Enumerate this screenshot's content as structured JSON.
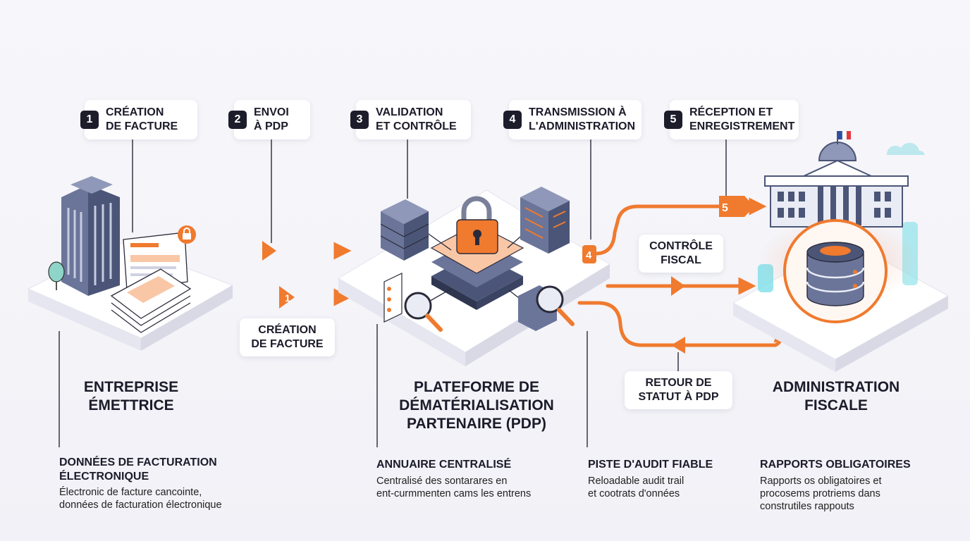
{
  "steps": [
    {
      "number": "1",
      "label": "CRÉATION\nDE FACTURE"
    },
    {
      "number": "2",
      "label": "ENVOI\nÀ PDP"
    },
    {
      "number": "3",
      "label": "VALIDATION\nET CONTRÔLE"
    },
    {
      "number": "4",
      "label": "TRANSMISSION À\nL'ADMINISTRATION"
    },
    {
      "number": "5",
      "label": "RÉCEPTION ET\nENREGISTREMENT"
    }
  ],
  "flow_labels": {
    "creation": "CRÉATION\nDE FACTURE",
    "controle": "CONTRÔLE\nFISCAL",
    "retour": "RETOUR DE\nSTATUT À PDP"
  },
  "arrow_markers": {
    "m1": "1",
    "m4": "4",
    "m5": "5"
  },
  "actors": {
    "entreprise": "ENTREPRISE\nÉMETTRICE",
    "pdp": "PLATEFORME DE\nDÉMATÉRIALISATION\nPARTENAIRE (PDP)",
    "admin": "ADMINISTRATION\nFISCALE"
  },
  "info": [
    {
      "title": "DONNÉES DE FACTURATION\nÉLECTRONIQUE",
      "text": "Électronic de facture cancointe,\ndonnées de facturation électronique"
    },
    {
      "title": "ANNUAIRE CENTRALISÉ",
      "text": "Centralisé des sontarares en\nent-curmmenten cams les entrens"
    },
    {
      "title": "PISTE D'AUDIT FIABLE",
      "text": "Reloadable audit trail\net cootrats d'onnées"
    },
    {
      "title": "RAPPORTS OBLIGATOIRES",
      "text": "Rapports os obligatoires et\nprocosems protriems dans\nconstrutiles rappouts"
    }
  ],
  "icons": [
    "office-building-icon",
    "invoice-document-icon",
    "padlock-icon",
    "server-rack-icon",
    "magnifier-icon",
    "database-icon",
    "government-building-icon",
    "french-flag-icon",
    "tree-icon",
    "cloud-icon"
  ],
  "colors": {
    "accent": "#f07a2e",
    "dark": "#1c1c2b",
    "building": "#4b5577",
    "platform": "#ffffff"
  }
}
